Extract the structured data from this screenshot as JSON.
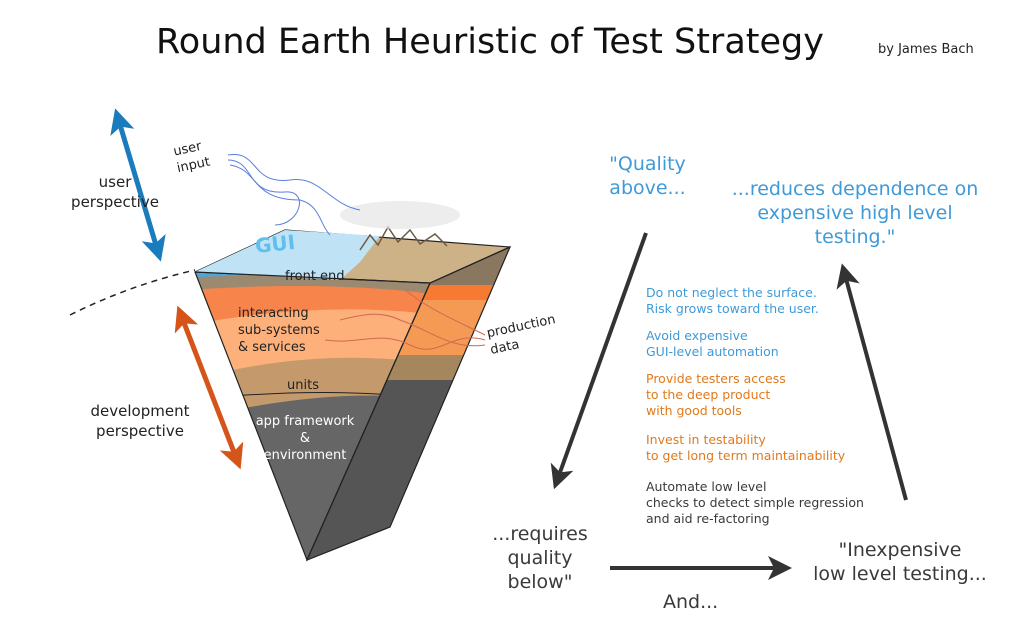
{
  "title": "Round Earth Heuristic of Test Strategy",
  "byline": "by James Bach",
  "left": {
    "user_perspective": [
      "user",
      "perspective"
    ],
    "development_perspective": [
      "development",
      "perspective"
    ]
  },
  "illustration": {
    "user_input": [
      "user",
      "input"
    ],
    "gui": "GUI",
    "front_end": "front end",
    "interacting": [
      "interacting",
      "sub-systems",
      "& services"
    ],
    "units": "units",
    "framework": [
      "app framework",
      "&",
      "environment"
    ],
    "production_data": [
      "production",
      "data"
    ]
  },
  "cycle": {
    "quality_above": [
      "\"Quality",
      "above..."
    ],
    "reduces": [
      "...reduces dependence on",
      "expensive high level",
      "testing.\""
    ],
    "requires": [
      "...requires",
      "quality",
      "below\""
    ],
    "inexpensive": [
      "\"Inexpensive",
      "low level testing..."
    ],
    "and": "And..."
  },
  "tips": [
    {
      "lines": [
        "Do not neglect the surface.",
        "Risk grows toward the user."
      ],
      "color": "blue"
    },
    {
      "lines": [
        "Avoid expensive",
        "GUI-level automation"
      ],
      "color": "blue"
    },
    {
      "lines": [
        "Provide testers access",
        "to the deep product",
        "with good tools"
      ],
      "color": "orange"
    },
    {
      "lines": [
        "Invest in testability",
        "to get long term maintainability"
      ],
      "color": "orange"
    },
    {
      "lines": [
        "Automate low level",
        "checks to detect simple regression",
        "and aid re-factoring"
      ],
      "color": "gray"
    }
  ],
  "colors": {
    "blue": "#3f9ad8",
    "orange": "#e07a1c",
    "gray": "#3a3a3a",
    "arrow_dark": "#333333",
    "dev_arrow": "#d4541a",
    "user_arrow": "#1a7bbd"
  }
}
